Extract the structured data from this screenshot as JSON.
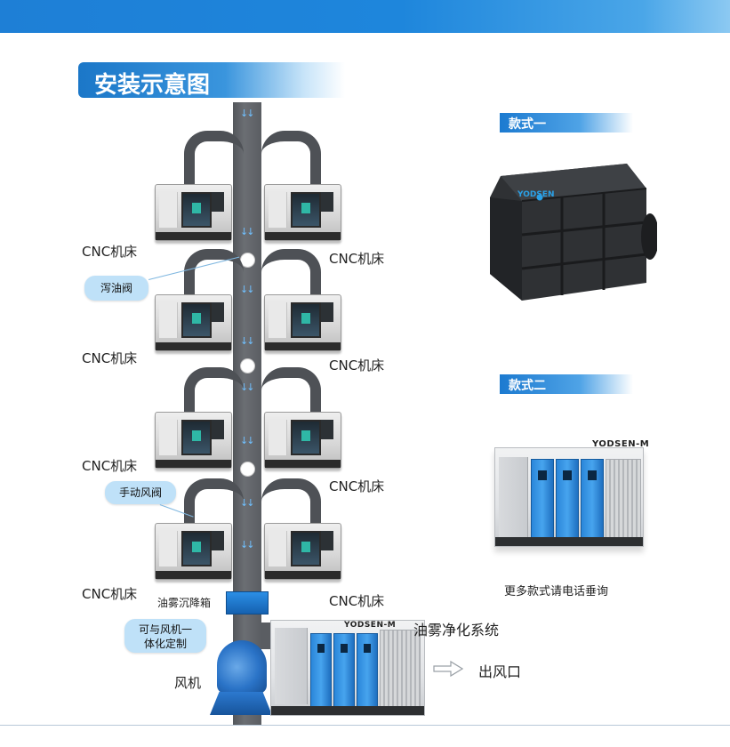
{
  "header": {
    "bar_color": "#1e86dc"
  },
  "section": {
    "title": "安装示意图"
  },
  "diagram": {
    "machine_labels": [
      "CNC机床",
      "CNC机床",
      "CNC机床",
      "CNC机床",
      "CNC机床",
      "CNC机床",
      "CNC机床",
      "CNC机床"
    ],
    "callouts": {
      "drain_valve": "泻油阀",
      "manual_damper": "手动风阀",
      "integrated": [
        "可与风机一",
        "体化定制"
      ]
    },
    "settling_box": "油雾沉降箱",
    "fan": "风机",
    "system": "油雾净化系统",
    "outlet": "出风口",
    "brand": "YODSEN-M"
  },
  "products": {
    "style1": {
      "label": "款式一",
      "brand": "YODSEN"
    },
    "style2": {
      "label": "款式二",
      "brand": "YODSEN-M"
    },
    "more": "更多款式请电话垂询"
  },
  "colors": {
    "accent_blue": "#1e86dc",
    "duct_gray": "#5f6267",
    "callout_bg": "#bfe1f8",
    "cabinet_blue": "#2a86d9"
  }
}
